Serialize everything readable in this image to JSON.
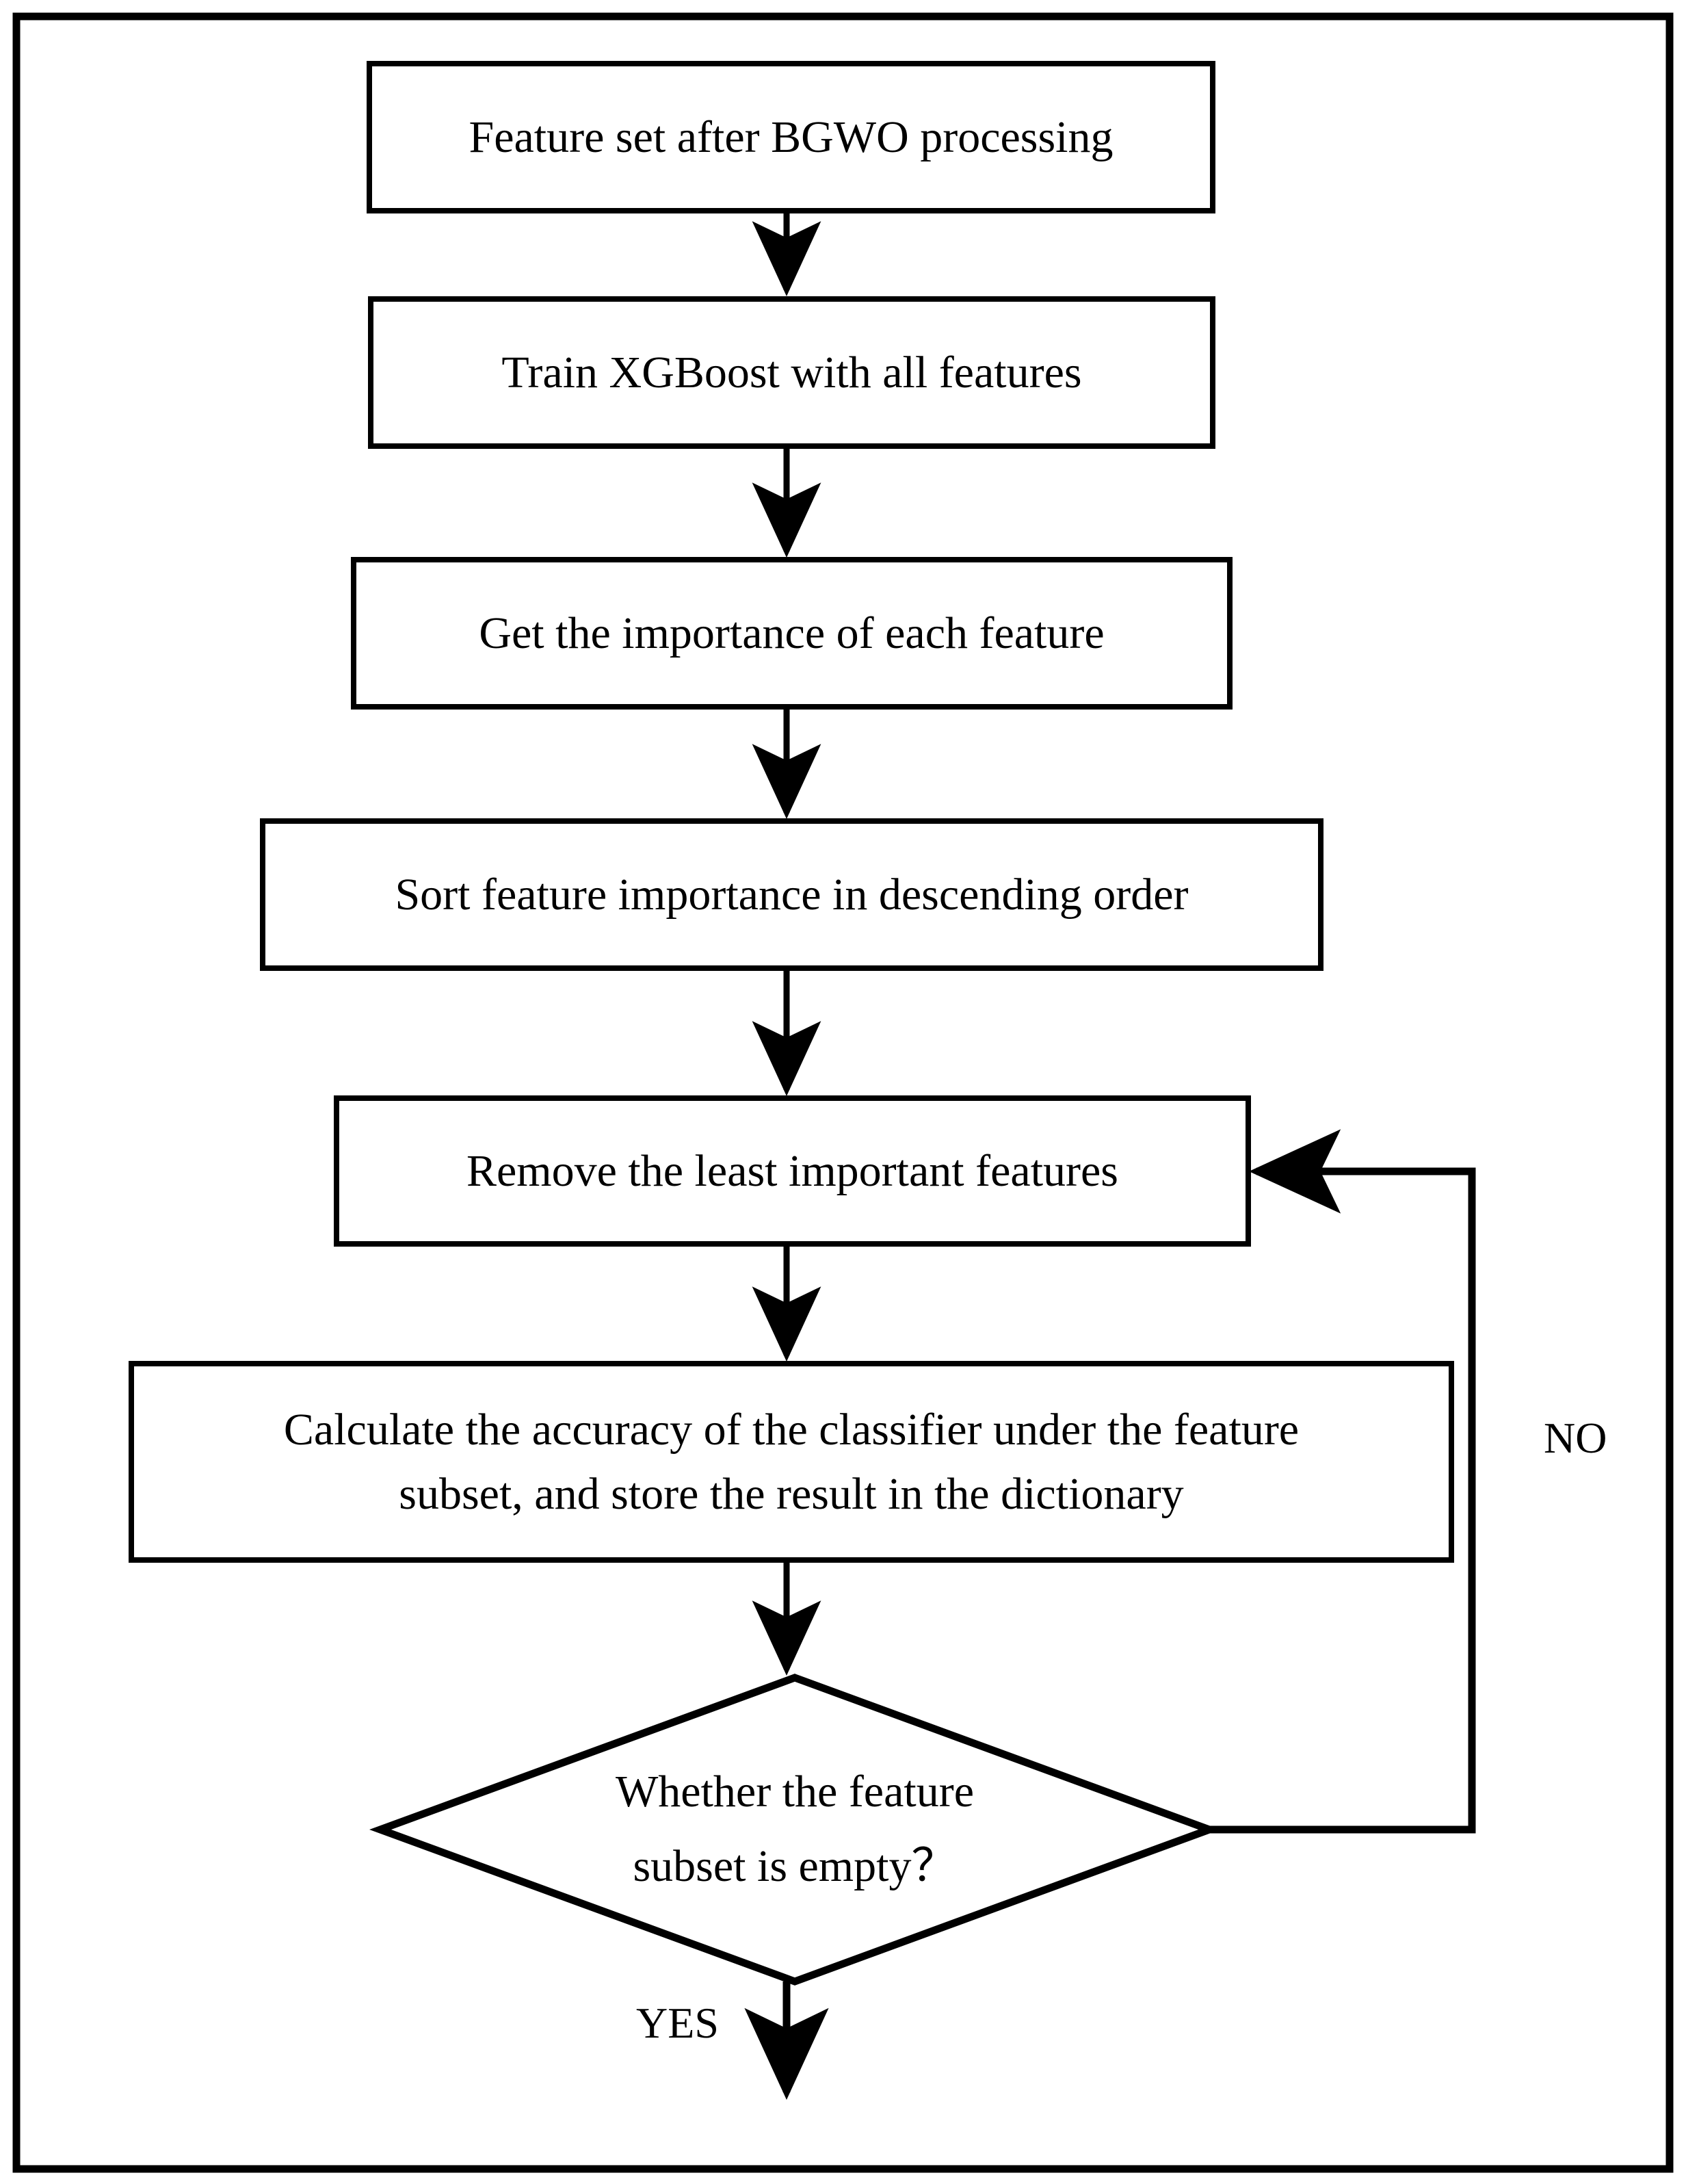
{
  "diagram": {
    "title": "Feature selection flowchart (BGWO + XGBoost)",
    "type": "flowchart",
    "stroke_color": "#000000",
    "fill_color": "#ffffff",
    "background_color": "#ffffff",
    "border": {
      "present": true,
      "color": "#000000"
    },
    "nodes": [
      {
        "id": "n1",
        "shape": "rectangle",
        "label": "Feature set after BGWO processing"
      },
      {
        "id": "n2",
        "shape": "rectangle",
        "label": "Train XGBoost with all features"
      },
      {
        "id": "n3",
        "shape": "rectangle",
        "label": "Get the importance of each feature"
      },
      {
        "id": "n4",
        "shape": "rectangle",
        "label": "Sort feature importance in descending order"
      },
      {
        "id": "n5",
        "shape": "rectangle",
        "label": "Remove the least important features"
      },
      {
        "id": "n6",
        "shape": "rectangle",
        "label": "Calculate the accuracy of the classifier under the feature\nsubset, and store the result in the dictionary"
      },
      {
        "id": "n7",
        "shape": "diamond",
        "label": "Whether the feature\nsubset is empty？"
      }
    ],
    "edges": [
      {
        "id": "e1",
        "from": "n1",
        "to": "n2",
        "label": ""
      },
      {
        "id": "e2",
        "from": "n2",
        "to": "n3",
        "label": ""
      },
      {
        "id": "e3",
        "from": "n3",
        "to": "n4",
        "label": ""
      },
      {
        "id": "e4",
        "from": "n4",
        "to": "n5",
        "label": ""
      },
      {
        "id": "e5",
        "from": "n5",
        "to": "n6",
        "label": ""
      },
      {
        "id": "e6",
        "from": "n6",
        "to": "n7",
        "label": ""
      },
      {
        "id": "e7",
        "from": "n7",
        "to": "n5",
        "label": "NO"
      },
      {
        "id": "e8",
        "from": "n7",
        "to": "end",
        "label": "YES"
      }
    ],
    "labels": {
      "no": "NO",
      "yes": "YES"
    }
  }
}
